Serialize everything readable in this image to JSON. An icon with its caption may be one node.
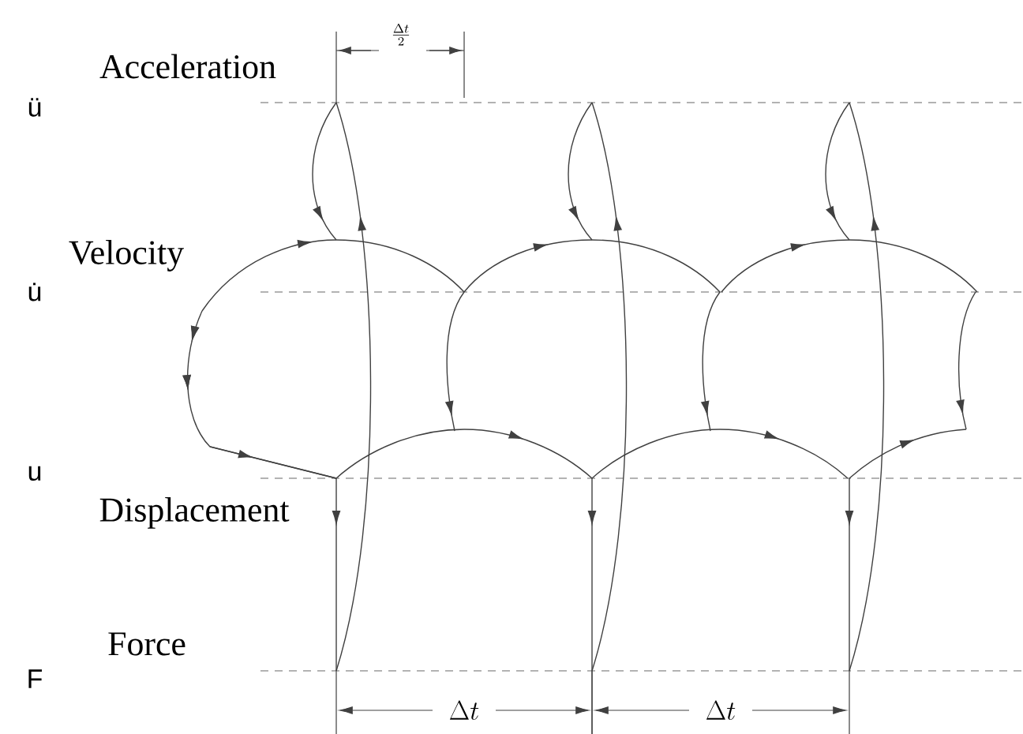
{
  "diagram": {
    "labels": [
      "\\frac{\\Delta t}{2}",
      "Acceleration",
      "ü",
      "Velocity",
      "u̇",
      "u",
      "Displacement",
      "Force",
      "F",
      "\\Delta t",
      "\\Delta t"
    ]
  }
}
